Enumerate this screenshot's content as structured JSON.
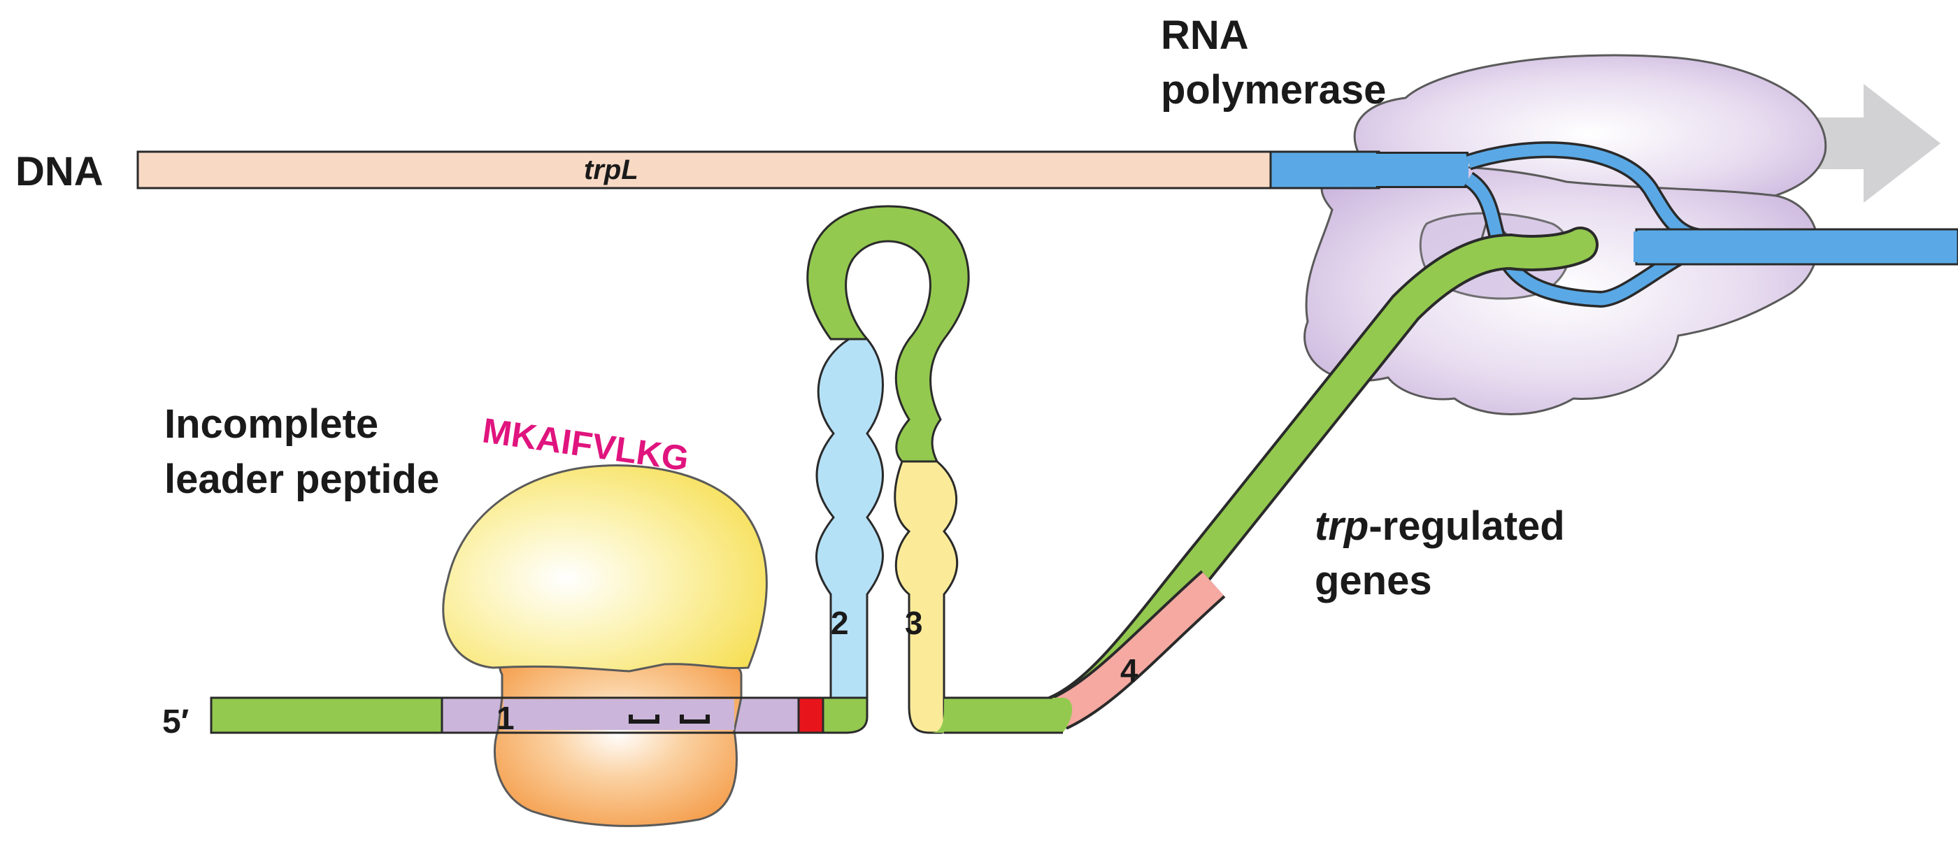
{
  "labels": {
    "dna": "DNA",
    "trpL": "trpL",
    "rna_polymerase_line1": "RNA",
    "rna_polymerase_line2": "polymerase",
    "incomplete_line1": "Incomplete",
    "incomplete_line2": "leader peptide",
    "peptide_seq": "MKAIFVLKG",
    "trp_regulated_italic": "trp",
    "trp_regulated_rest": "-regulated",
    "genes": "genes",
    "five_prime": "5′",
    "region1": "1",
    "region2": "2",
    "region3": "3",
    "region4": "4"
  },
  "colors": {
    "dna_template": "#f8d9c4",
    "dna_transcribed": "#5aa9e6",
    "rna_green": "#93c94f",
    "region1": "#cbb5da",
    "region2": "#b5e1f7",
    "region3": "#fbeb99",
    "region4": "#f5a9a1",
    "stop_codon": "#e8141c",
    "ribosome_large": "#f8e46a",
    "ribosome_small": "#f7a957",
    "polymerase": "#d8c8e6",
    "arrow": "#d0d0d2",
    "peptide": "#e0147e"
  }
}
